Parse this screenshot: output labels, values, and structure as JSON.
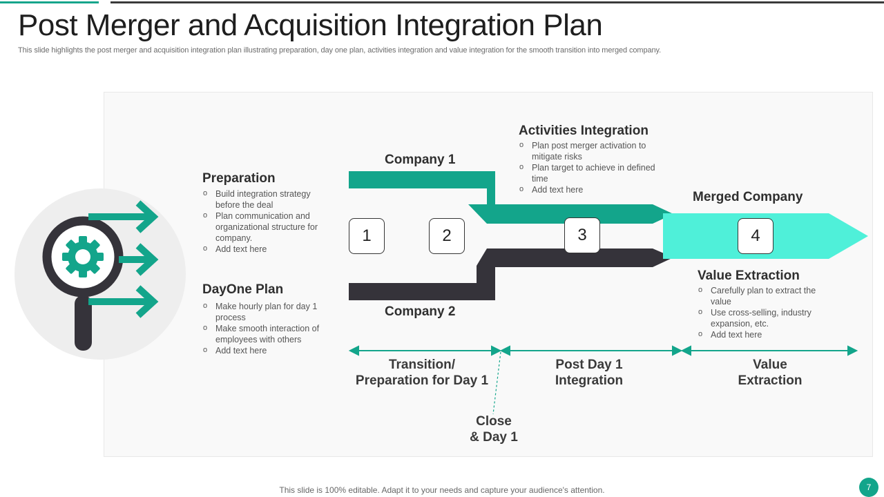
{
  "slide": {
    "title": "Post Merger and Acquisition Integration Plan",
    "subtitle": "This slide highlights the post merger and acquisition integration plan illustrating preparation, day one plan, activities integration and value integration for the smooth transition into merged company.",
    "footer": "This slide is 100% editable. Adapt it to your needs and capture your audience's attention.",
    "page_number": "7"
  },
  "colors": {
    "teal": "#13a58b",
    "mint": "#4ff0d9",
    "dark": "#35333a",
    "circle_bg": "#eeeeee"
  },
  "icons": [
    "magnifier-icon",
    "gear-icon",
    "arrow-right-icon"
  ],
  "preparation": {
    "heading": "Preparation",
    "items": [
      "Build integration strategy before the deal",
      "Plan communication and organizational structure for company.",
      "Add text here"
    ]
  },
  "dayone": {
    "heading": "DayOne Plan",
    "items": [
      "Make hourly plan for day 1 process",
      "Make smooth interaction of employees with others",
      "Add text here"
    ]
  },
  "activities": {
    "heading": "Activities Integration",
    "items": [
      "Plan post merger activation to mitigate risks",
      "Plan target to achieve in defined time",
      "Add text here"
    ]
  },
  "value_extraction": {
    "heading": "Value Extraction",
    "items": [
      "Carefully plan to extract the value",
      "Use cross-selling, industry expansion, etc.",
      "Add text here"
    ]
  },
  "flow": {
    "company1": "Company 1",
    "company2": "Company 2",
    "merged": "Merged Company",
    "steps": [
      "1",
      "2",
      "3",
      "4"
    ]
  },
  "phases": {
    "transition_line1": "Transition/",
    "transition_line2": "Preparation for Day 1",
    "postday_line1": "Post Day 1",
    "postday_line2": "Integration",
    "value_line1": "Value",
    "value_line2": "Extraction",
    "close_line1": "Close",
    "close_line2": "& Day 1"
  }
}
